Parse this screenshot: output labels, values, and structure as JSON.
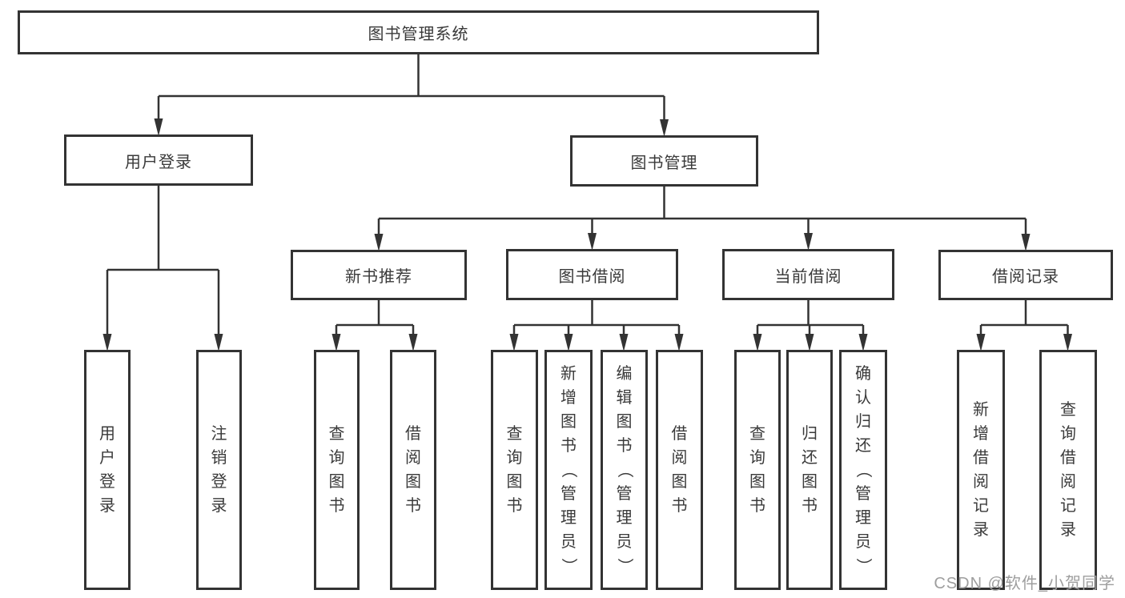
{
  "tree": {
    "root": {
      "label": "图书管理系统",
      "children": [
        {
          "label": "用户登录",
          "children": [
            {
              "label": "用户登录"
            },
            {
              "label": "注销登录"
            }
          ]
        },
        {
          "label": "图书管理",
          "children": [
            {
              "label": "新书推荐",
              "children": [
                {
                  "label": "查询图书"
                },
                {
                  "label": "借阅图书"
                }
              ]
            },
            {
              "label": "图书借阅",
              "children": [
                {
                  "label": "查询图书"
                },
                {
                  "label": "新增图书（管理员）"
                },
                {
                  "label": "编辑图书（管理员）"
                },
                {
                  "label": "借阅图书"
                }
              ]
            },
            {
              "label": "当前借阅",
              "children": [
                {
                  "label": "查询图书"
                },
                {
                  "label": "归还图书"
                },
                {
                  "label": "确认归还（管理员）"
                }
              ]
            },
            {
              "label": "借阅记录",
              "children": [
                {
                  "label": "新增借阅记录"
                },
                {
                  "label": "查询借阅记录"
                }
              ]
            }
          ]
        }
      ]
    }
  },
  "watermark": "CSDN @软件_小贺同学",
  "colors": {
    "line": "#333333",
    "box_border": "#333333",
    "text": "#3a3a3a",
    "background": "#ffffff",
    "watermark": "#9e9e9e"
  }
}
